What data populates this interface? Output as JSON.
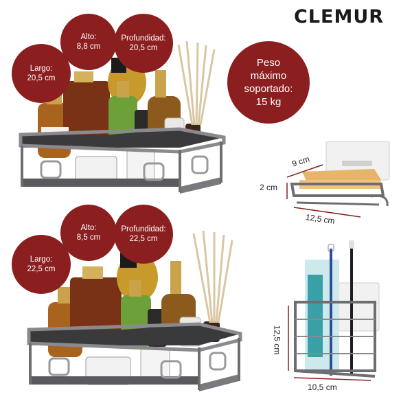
{
  "brand": {
    "logo_text": "CLEMUR"
  },
  "shelf_large": {
    "length_label": "Largo:",
    "length_value": "20,5 cm",
    "height_label": "Alto:",
    "height_value": "8,8 cm",
    "depth_label": "Profundidad:",
    "depth_value": "20,5 cm"
  },
  "max_load": {
    "line1": "Peso",
    "line2": "máximo",
    "line3": "soportado:",
    "value": "15 kg"
  },
  "soap_dish": {
    "depth": "9 cm",
    "height": "2 cm",
    "width": "12,5 cm"
  },
  "shelf_small": {
    "length_label": "Largo:",
    "length_value": "22,5 cm",
    "height_label": "Alto:",
    "height_value": "8,5 cm",
    "depth_label": "Profundidad:",
    "depth_value": "22,5 cm"
  },
  "toothbrush_holder": {
    "height": "12,5 cm",
    "width": "10,5 cm"
  },
  "colors": {
    "accent": "#8b1e1f",
    "metal": "#6e6e72",
    "dim_line": "#8b1e1f"
  }
}
